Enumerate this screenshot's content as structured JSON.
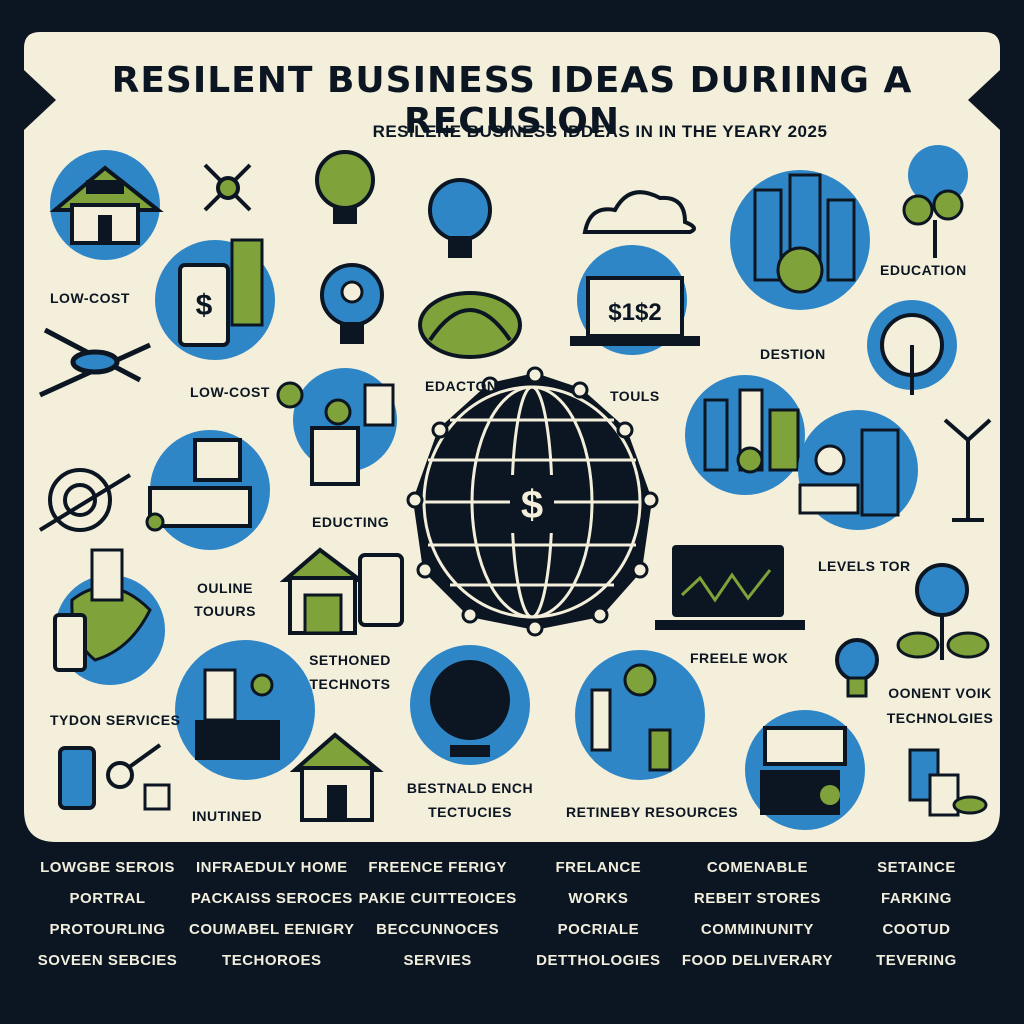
{
  "infographic": {
    "title": "RESILENT BUSINESS IDEAS DURIING A RECUSION",
    "subtitle": "RESILENE BUSINESS IDDEAS IN IN THE YEARY 2025"
  },
  "labels": {
    "low_cost_1": "LOW-COST",
    "low_cost_2": "LOW-COST",
    "education_1": "EDUCATION",
    "education_2": "EDACTON",
    "educting": "EDUCTING",
    "tools": "TOULS",
    "destion": "DESTION",
    "online_tours_1": "OULINE",
    "online_tours_2": "TOUURS",
    "levels_tor": "LEVELS TOR",
    "freelance_work": "FREELE WOK",
    "sethoned_1": "SETHONED",
    "sethoned_2": "TECHNOTS",
    "tydon_services": "TYDON SERVICES",
    "infuned": "INUTINED",
    "bestnald_1": "BESTNALD ENCH",
    "bestnald_2": "TECTUCIES",
    "retineby_resources": "RETINEBY RESOURCES",
    "content_work_1": "OONENT VOIK",
    "content_work_2": "TECHNOLGIES",
    "laptop_screen": "$1$2",
    "dollar": "$"
  },
  "bottom_grid": {
    "columns": [
      [
        "LOWGBE SEROIS",
        "PORTRAL",
        "PROTOURLING",
        "SOVEEN SEBCIES"
      ],
      [
        "INFRAEDULY HOME",
        "PACKAISS SEROCES",
        "COUMABEL EENIGRY",
        "TECHOROES"
      ],
      [
        "FREENCE FERIGY",
        "PAKIE CUITTEOICES",
        "BECCUNNOCES",
        "SERVIES"
      ],
      [
        "FRELANCE",
        "WORKS",
        "POCRIALE",
        "DETTHOLOGIES"
      ],
      [
        "COMENABLE",
        "REBEIT STORES",
        "COMMINUNITY",
        "FOOD DELIVERARY"
      ],
      [
        "SETAINCE",
        "FARKING",
        "COOTUD",
        "TEVERING"
      ]
    ]
  },
  "colors": {
    "background": "#0b1622",
    "panel": "#f3efdb",
    "blue": "#2f86c6",
    "green": "#7fa23a",
    "dark": "#0b1622"
  }
}
